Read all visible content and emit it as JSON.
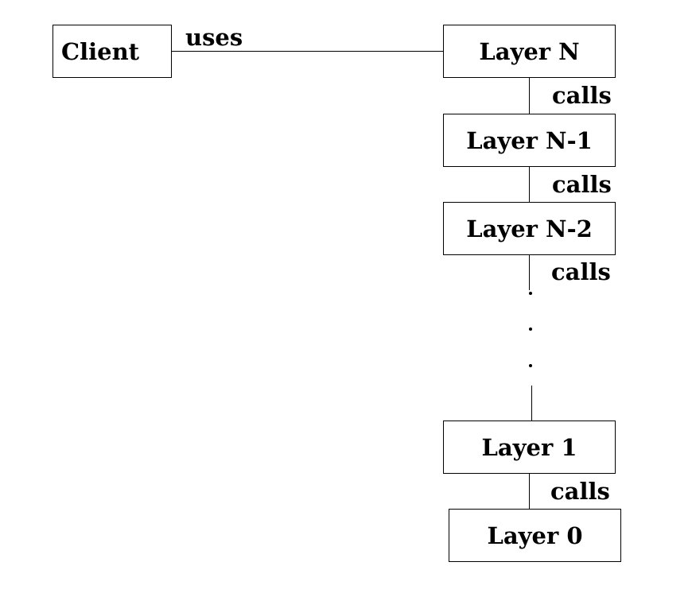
{
  "client": {
    "label": "Client"
  },
  "uses_label": "uses",
  "layers": {
    "n": {
      "label": "Layer N"
    },
    "n_1": {
      "label": "Layer N-1"
    },
    "n_2": {
      "label": "Layer N-2"
    },
    "l1": {
      "label": "Layer 1"
    },
    "l0": {
      "label": "Layer 0"
    }
  },
  "calls_label": "calls"
}
